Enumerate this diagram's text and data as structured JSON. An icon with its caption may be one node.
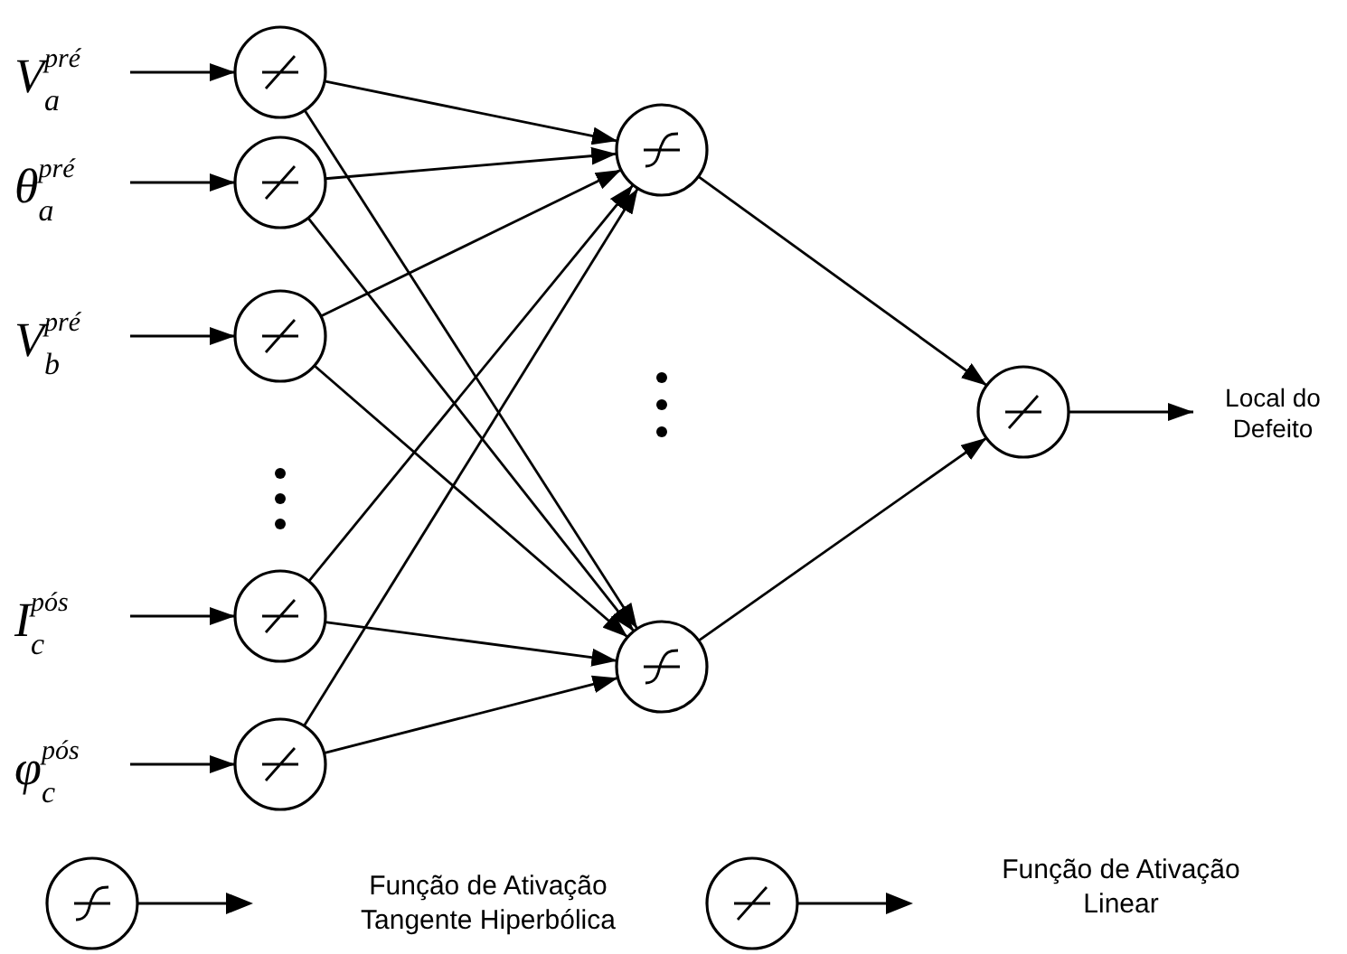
{
  "diagram": {
    "nodes": [
      {
        "text": [
          "V$_{a}$$^{pré}$"
        ]
      },
      {
        "text": [],
        "shape": "circle"
      },
      {
        "text": [
          "θ$_{a}$$^{pré}$"
        ]
      },
      {
        "text": [],
        "shape": "circle"
      },
      {
        "text": [
          "V$_{b}$$^{pré}$"
        ]
      },
      {
        "text": [],
        "shape": "circle"
      },
      {
        "text": [
          "I$_{c}$$^{pós}$"
        ]
      },
      {
        "text": [],
        "shape": "circle"
      },
      {
        "text": [
          "φ$_{c}$$^{pós}$"
        ]
      },
      {
        "text": [],
        "shape": "circle"
      },
      {
        "text": [],
        "shape": "circle"
      },
      {
        "text": [],
        "shape": "circle"
      },
      {
        "text": [],
        "shape": "circle"
      },
      {
        "text": [
          "Local do Defeito"
        ]
      }
    ],
    "edges": [
      {
        "from": 0,
        "to": 1,
        "arrow": "to"
      },
      {
        "from": 2,
        "to": 3,
        "arrow": "to"
      },
      {
        "from": 4,
        "to": 5,
        "arrow": "to"
      },
      {
        "from": 6,
        "to": 7,
        "arrow": "to"
      },
      {
        "from": 8,
        "to": 9,
        "arrow": "to"
      },
      {
        "from": 1,
        "to": 10,
        "arrow": "to"
      },
      {
        "from": 1,
        "to": 11,
        "arrow": "to"
      },
      {
        "from": 3,
        "to": 10,
        "arrow": "to"
      },
      {
        "from": 3,
        "to": 11,
        "arrow": "to"
      },
      {
        "from": 5,
        "to": 10,
        "arrow": "to"
      },
      {
        "from": 5,
        "to": 11,
        "arrow": "to"
      },
      {
        "from": 7,
        "to": 10,
        "arrow": "to"
      },
      {
        "from": 7,
        "to": 11,
        "arrow": "to"
      },
      {
        "from": 9,
        "to": 10,
        "arrow": "to"
      },
      {
        "from": 9,
        "to": 11,
        "arrow": "to"
      },
      {
        "from": 10,
        "to": 12,
        "arrow": "to"
      },
      {
        "from": 11,
        "to": 12,
        "arrow": "to"
      },
      {
        "from": 12,
        "to": 13,
        "arrow": "to"
      }
    ],
    "legend": [
      {
        "text": "Função de Ativação Tangente Hiperbólica"
      },
      {
        "text": "Função de Ativação Linear"
      }
    ]
  }
}
